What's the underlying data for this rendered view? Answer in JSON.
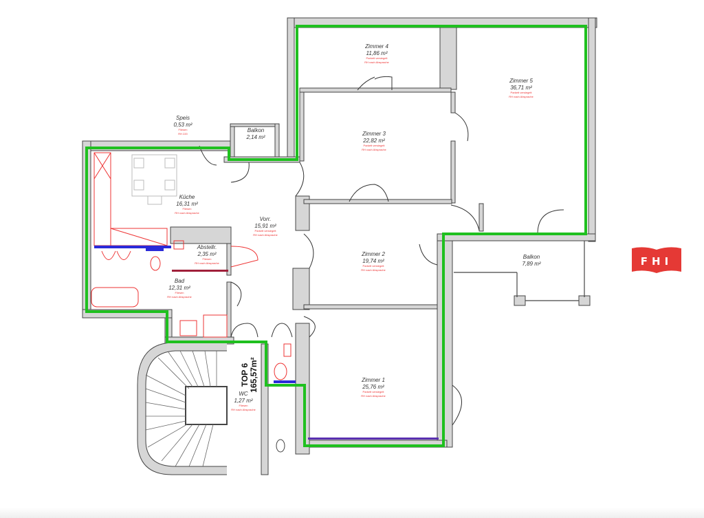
{
  "logo": {
    "text": "FHI",
    "color": "#e53935"
  },
  "outline_color": "#1fc01f",
  "unit": {
    "label": "TOP 6",
    "area": "165,57m²"
  },
  "rooms": [
    {
      "name": "Zimmer 4",
      "area": "11,86 m²",
      "floor": "Parkett versiegelt",
      "note": "RH nach Absprache"
    },
    {
      "name": "Zimmer 5",
      "area": "36,71 m²",
      "floor": "Parkett versiegelt",
      "note": "RH nach Absprache"
    },
    {
      "name": "Zimmer 3",
      "area": "22,82 m²",
      "floor": "Parkett versiegelt",
      "note": "RH nach Absprache"
    },
    {
      "name": "Balkon",
      "area": "2,14 m²"
    },
    {
      "name": "Speis",
      "area": "0,53 m²",
      "floor": "Fliesen",
      "note": "RH 220"
    },
    {
      "name": "Küche",
      "area": "16,31 m²",
      "floor": "Fliesen",
      "note": "RH nach Absprache"
    },
    {
      "name": "Vorr.",
      "area": "15,91 m²",
      "floor": "Parkett versiegelt",
      "note": "RH nach Absprache"
    },
    {
      "name": "Abstellr.",
      "area": "2,35 m²",
      "floor": "Fliesen",
      "note": "RH nach Absprache"
    },
    {
      "name": "Bad",
      "area": "12,31 m²",
      "floor": "Fliesen",
      "note": "RH nach Absprache"
    },
    {
      "name": "Zimmer 2",
      "area": "19,74 m²",
      "floor": "Parkett versiegelt",
      "note": "RH nach Absprache"
    },
    {
      "name": "Balkon",
      "area": "7,89 m²"
    },
    {
      "name": "Zimmer 1",
      "area": "25,76 m²",
      "floor": "Parkett versiegelt",
      "note": "RH nach Absprache"
    },
    {
      "name": "WC",
      "area": "1,27 m²",
      "floor": "Fliesen",
      "note": "RH nach Absprache"
    }
  ]
}
